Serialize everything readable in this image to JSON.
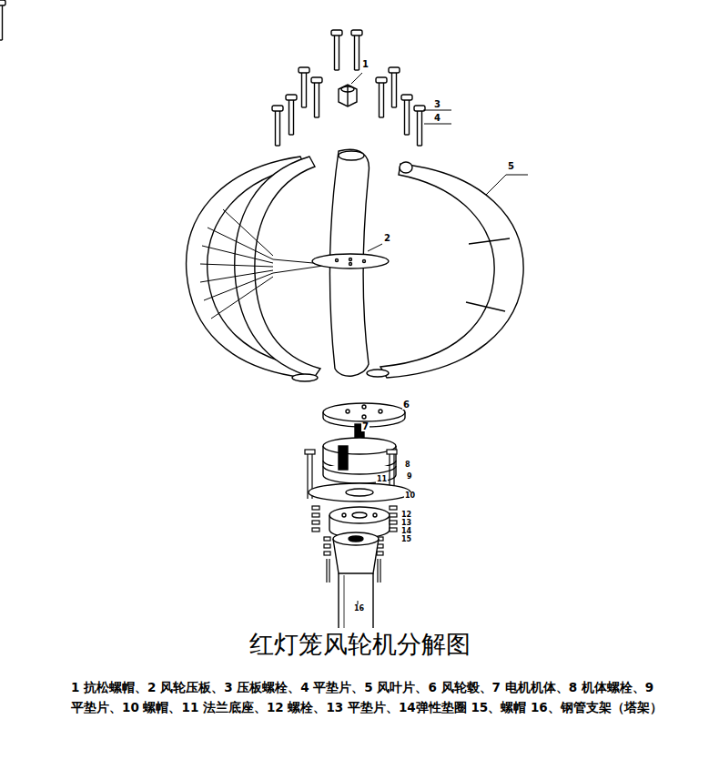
{
  "diagram": {
    "title": "红灯笼风轮机分解图",
    "caption": "1 抗松螺帽、2 风轮压板、3 压板螺栓、4 平垫片、5 风叶片、6 风轮毂、7 电机机体、8 机体螺栓、9 平垫片、10 螺帽、11 法兰底座、12 螺栓、13 平垫片、14弹性垫圈 15、螺帽 16、钢管支架（塔架）",
    "labels": [
      "1",
      "2",
      "3",
      "4",
      "5",
      "6",
      "7",
      "8",
      "9",
      "10",
      "11",
      "12",
      "13",
      "14",
      "15",
      "16"
    ]
  }
}
